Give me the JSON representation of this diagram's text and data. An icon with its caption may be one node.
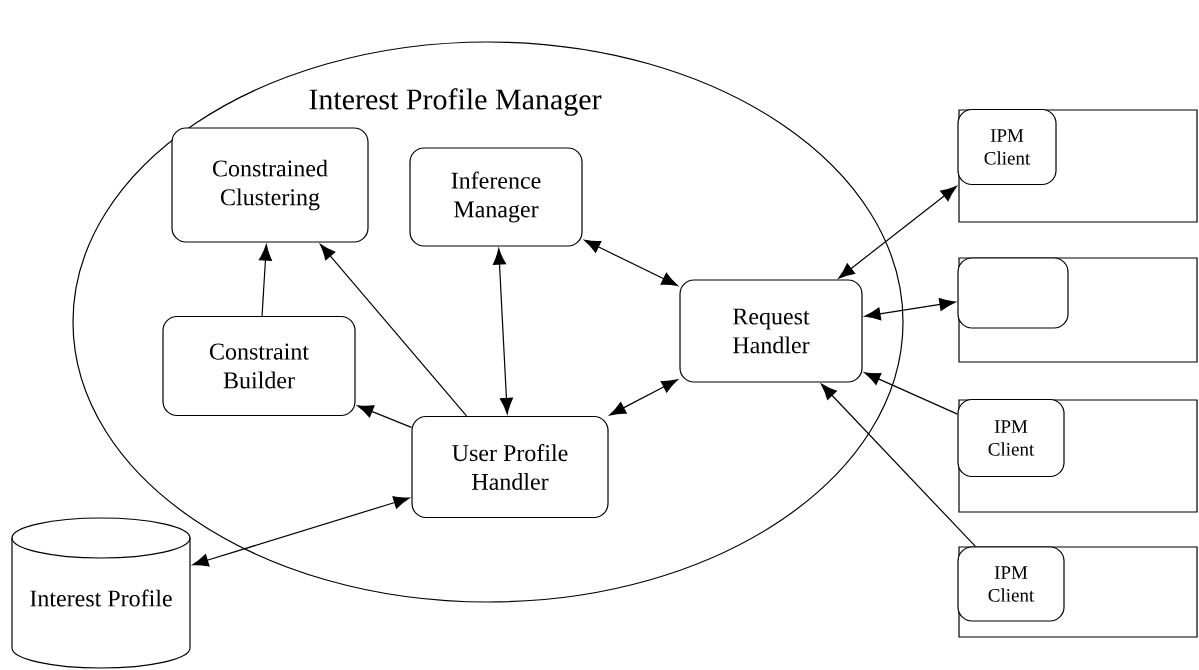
{
  "diagram": {
    "nodes": [
      {
        "text": [
          "Interest Profile Manager"
        ]
      },
      {
        "text": [
          "Constrained Clustering"
        ],
        "in": 0
      },
      {
        "text": [
          "Inference Manager"
        ],
        "in": 0
      },
      {
        "text": [
          "Constraint Builder"
        ],
        "in": 0
      },
      {
        "text": [
          "Request Handler"
        ],
        "in": 0
      },
      {
        "text": [
          "User Profile Handler"
        ],
        "in": 0
      },
      {
        "text": [
          "Interest Profile"
        ]
      },
      {
        "text": [],
        "shape": "box"
      },
      {
        "text": [
          "IPM Client"
        ],
        "in": 7
      },
      {
        "text": [],
        "shape": "box"
      },
      {
        "text": [],
        "shape": "box",
        "in": 9
      },
      {
        "text": [],
        "shape": "box"
      },
      {
        "text": [
          "IPM Client"
        ],
        "in": 11
      },
      {
        "text": [],
        "shape": "box"
      },
      {
        "text": [
          "IPM Client"
        ],
        "in": 13
      }
    ],
    "edges": [
      {
        "from": 3,
        "to": 1,
        "arrow": "to"
      },
      {
        "from": 5,
        "to": 1,
        "arrow": "to"
      },
      {
        "from": 5,
        "to": 3,
        "arrow": "to"
      },
      {
        "from": 2,
        "to": 5,
        "arrow": "both"
      },
      {
        "from": 2,
        "to": 4,
        "arrow": "both"
      },
      {
        "from": 5,
        "to": 4,
        "arrow": "both"
      },
      {
        "from": 6,
        "to": 5,
        "arrow": "both"
      },
      {
        "from": 4,
        "to": 8,
        "arrow": "both"
      },
      {
        "from": 4,
        "to": 10,
        "arrow": "both"
      },
      {
        "from": 12,
        "to": 4,
        "arrow": "to"
      },
      {
        "from": 14,
        "to": 4,
        "arrow": "to"
      }
    ]
  }
}
